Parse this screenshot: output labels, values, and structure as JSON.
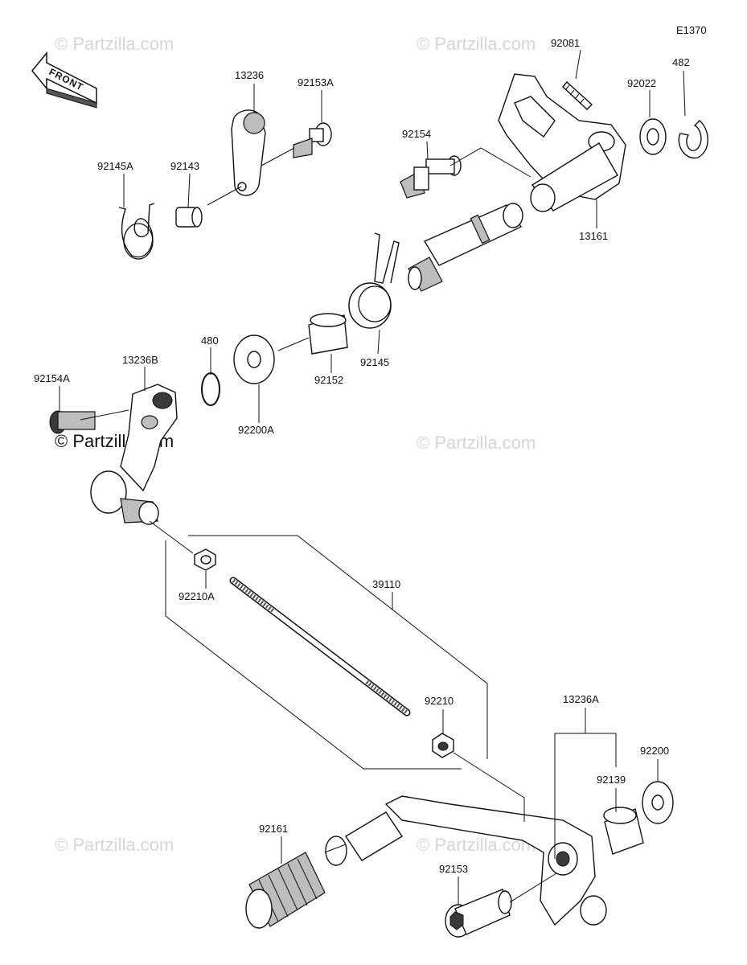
{
  "diagram": {
    "reference_code": "E1370",
    "front_indicator": "FRONT",
    "watermarks": [
      "© Partzilla.com",
      "© Partzilla.com",
      "© Partzilla.com",
      "© Partzilla.com",
      "© Partzilla.com",
      "© Partzilla.com"
    ],
    "part_labels": [
      "92081",
      "482",
      "92022",
      "13236",
      "92153A",
      "92154",
      "92145A",
      "92143",
      "13161",
      "480",
      "13236B",
      "92154A",
      "92152",
      "92145",
      "92200A",
      "92210A",
      "39110",
      "92210",
      "13236A",
      "92200",
      "92139",
      "92161",
      "92153"
    ]
  }
}
